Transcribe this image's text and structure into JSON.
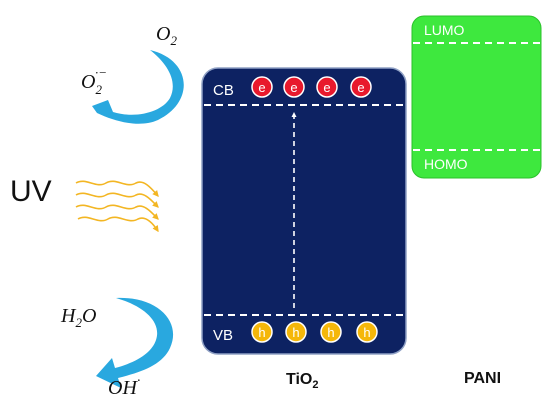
{
  "diagram": {
    "left_species": {
      "o2": "O",
      "o2_sub": "2",
      "superoxide": "O",
      "superoxide_sub": "2",
      "superoxide_sup": "·−",
      "water": "H",
      "water_sub": "2",
      "water_tail": "O",
      "hydroxyl": "OH",
      "hydroxyl_sup": "·"
    },
    "light": {
      "label": "UV"
    },
    "tio2": {
      "cb_label": "CB",
      "vb_label": "VB",
      "electrons": [
        "e",
        "e",
        "e",
        "e"
      ],
      "holes": [
        "h",
        "h",
        "h",
        "h"
      ],
      "name": "TiO",
      "name_sub": "2"
    },
    "pani": {
      "lumo_label": "LUMO",
      "homo_label": "HOMO",
      "name": "PANI"
    },
    "colors": {
      "tio2_fill": "#0d2262",
      "pani_fill": "#3ee83e",
      "electron": "#e8192c",
      "hole": "#f5b70a",
      "curved_arrow": "#29a8df",
      "uv_waves": "#f3b623"
    }
  }
}
